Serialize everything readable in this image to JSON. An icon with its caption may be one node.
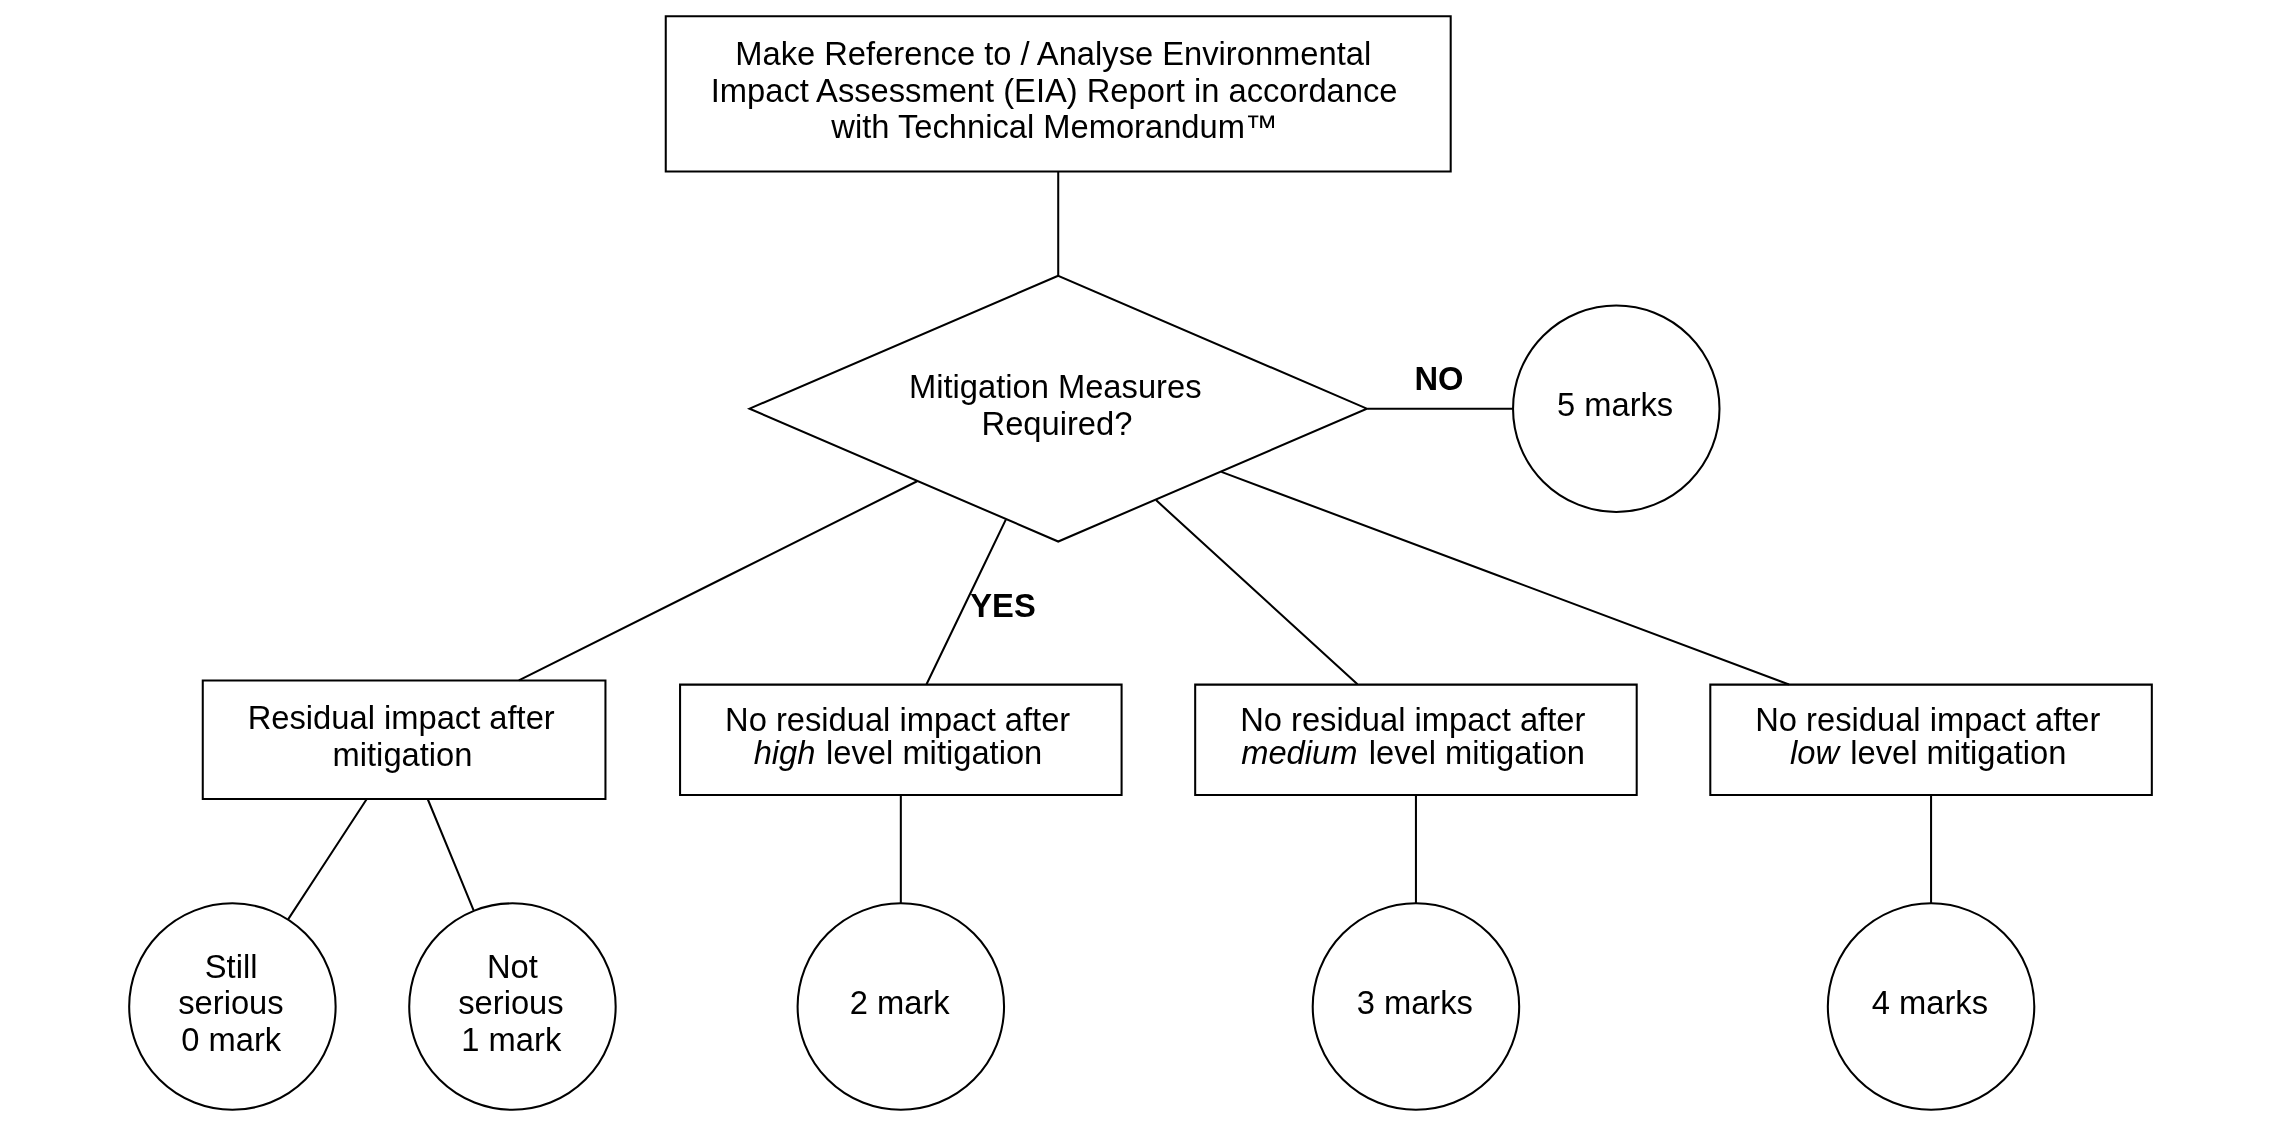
{
  "diagram": {
    "nodes": [
      {
        "text": [
          "Make Reference to / Analyse Environmental Impact Assessment (EIA) Report in accordance with Technical Memorandum™"
        ]
      },
      {
        "text": [
          "Mitigation Measures Required?"
        ]
      },
      {
        "text": [
          "5 marks"
        ]
      },
      {
        "text": [
          "Residual impact after mitigation"
        ]
      },
      {
        "text": [
          "No residual impact after *high* level mitigation"
        ]
      },
      {
        "text": [
          "No residual impact after *medium* level mitigation"
        ]
      },
      {
        "text": [
          "No residual impact after *low* level mitigation"
        ]
      },
      {
        "text": [
          "Still serious 0 mark"
        ]
      },
      {
        "text": [
          "Not serious 1 mark"
        ]
      },
      {
        "text": [
          "2 mark"
        ]
      },
      {
        "text": [
          "3 marks"
        ]
      },
      {
        "text": [
          "4 marks"
        ]
      }
    ],
    "edges": [
      {
        "from": 0,
        "to": 1,
        "arrow": "none"
      },
      {
        "from": 1,
        "to": 2,
        "arrow": "none",
        "label": "NO"
      },
      {
        "from": 1,
        "to": 3,
        "arrow": "none"
      },
      {
        "from": 1,
        "to": 4,
        "arrow": "none",
        "label": "YES"
      },
      {
        "from": 1,
        "to": 5,
        "arrow": "none"
      },
      {
        "from": 1,
        "to": 6,
        "arrow": "none"
      },
      {
        "from": 3,
        "to": 7,
        "arrow": "none"
      },
      {
        "from": 3,
        "to": 8,
        "arrow": "none"
      },
      {
        "from": 4,
        "to": 9,
        "arrow": "none"
      },
      {
        "from": 5,
        "to": 10,
        "arrow": "none"
      },
      {
        "from": 6,
        "to": 11,
        "arrow": "none"
      }
    ]
  }
}
